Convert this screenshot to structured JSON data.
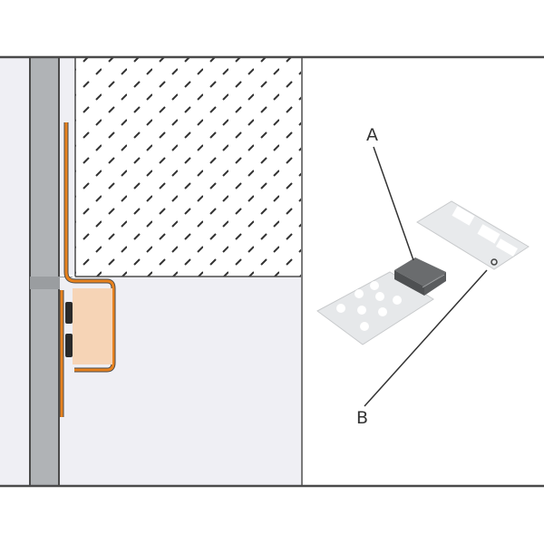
{
  "figure": {
    "type": "technical cross-section diagram",
    "subject": "profile mounting detail with clip component",
    "labels": {
      "a": "A",
      "b": "B"
    },
    "callouts": [
      {
        "label": "A",
        "points_to": "dark plastic clip block"
      },
      {
        "label": "B",
        "points_to": "perforated metal mounting plate"
      }
    ]
  },
  "colors": {
    "line": "#4a4a4a",
    "wall_grey": "#b0b3b6",
    "light_panel": "#efeff4",
    "profile_orange": "#e8821e",
    "insulation_fill": "#f6d4b6",
    "rubber_black": "#2a2a2a",
    "clip_dark": "#5a5c5e",
    "plate_silver": "#e6e8ea"
  }
}
